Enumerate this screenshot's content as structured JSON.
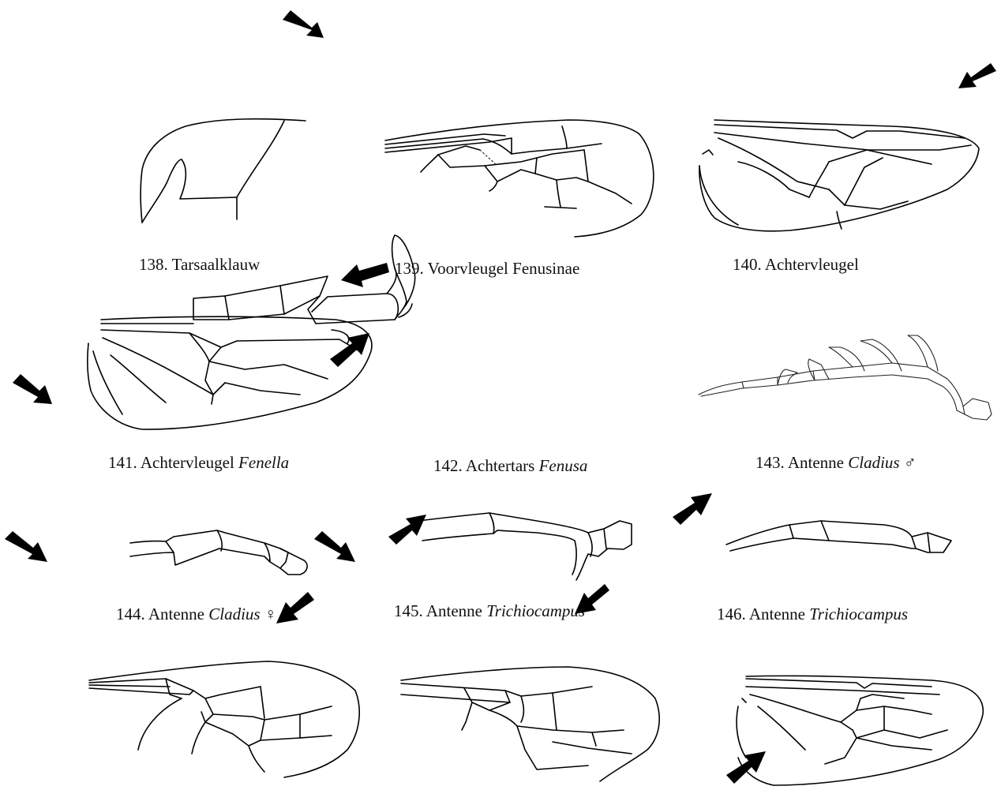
{
  "figures": [
    {
      "number": "138.",
      "text": "Tarsaalklauw",
      "taxon": "",
      "suffix": ""
    },
    {
      "number": "139.",
      "text": "Voorvleugel Fenusinae",
      "taxon": "",
      "suffix": ""
    },
    {
      "number": "140.",
      "text": "Achtervleugel",
      "taxon": "",
      "suffix": ""
    },
    {
      "number": "141.",
      "text": "Achtervleugel",
      "taxon": "Fenella",
      "suffix": ""
    },
    {
      "number": "142.",
      "text": "Achtertars",
      "taxon": "Fenusa",
      "suffix": ""
    },
    {
      "number": "143.",
      "text": "Antenne",
      "taxon": "Cladius",
      "suffix": "♂"
    },
    {
      "number": "144.",
      "text": "Antenne",
      "taxon": "Cladius",
      "suffix": "♀"
    },
    {
      "number": "145.",
      "text": "Antenne",
      "taxon": "Trichiocampus",
      "suffix": ""
    },
    {
      "number": "146.",
      "text": "Antenne",
      "taxon": "Trichiocampus",
      "suffix": ""
    }
  ]
}
